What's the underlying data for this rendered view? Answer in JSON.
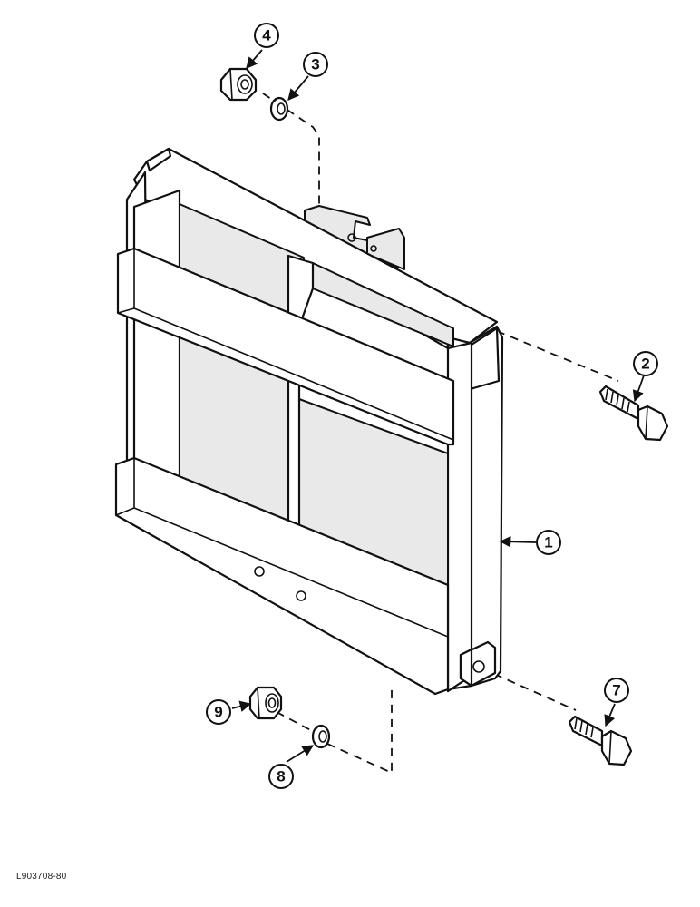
{
  "callouts": {
    "frame": "1",
    "upper_bolt": "2",
    "upper_lock_washer": "3",
    "upper_nut": "4",
    "lower_bolt": "7",
    "lower_lock_washer": "8",
    "lower_nut": "9"
  },
  "reference_code": "L903708-80"
}
